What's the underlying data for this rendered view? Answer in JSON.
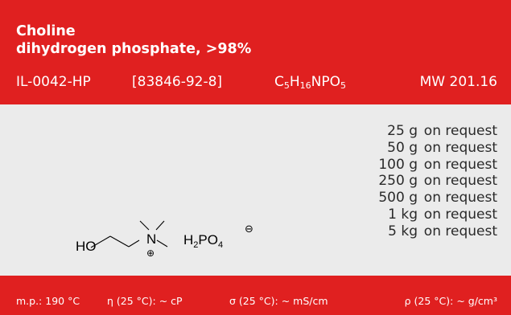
{
  "product": {
    "name_line1": "Choline",
    "name_line2": "dihydrogen phosphate, >98%",
    "code": "IL-0042-HP",
    "cas": "[83846-92-8]",
    "formula": {
      "c": "C",
      "c_n": "5",
      "h": "H",
      "h_n": "16",
      "rest": "NPO",
      "o_n": "5"
    },
    "mw": "MW 201.16"
  },
  "structure": {
    "ho": "HO",
    "n": "N",
    "plus": "⊕",
    "anion_h": "H",
    "anion_h_n": "2",
    "anion_po": "PO",
    "anion_o_n": "4",
    "minus": "⊖"
  },
  "pricing": [
    {
      "qty": "25 g",
      "price": "on request"
    },
    {
      "qty": "50 g",
      "price": "on request"
    },
    {
      "qty": "100 g",
      "price": "on request"
    },
    {
      "qty": "250 g",
      "price": "on request"
    },
    {
      "qty": "500 g",
      "price": "on request"
    },
    {
      "qty": "1 kg",
      "price": "on request"
    },
    {
      "qty": "5 kg",
      "price": "on request"
    }
  ],
  "properties": {
    "mp": "m.p.: 190 °C",
    "viscosity": "η (25 °C): ~ cP",
    "conductivity": "σ (25 °C): ~ mS/cm",
    "density": "ρ (25 °C): ~ g/cm³"
  },
  "colors": {
    "brand_red": "#e02020",
    "panel_grey": "#ebebeb"
  }
}
